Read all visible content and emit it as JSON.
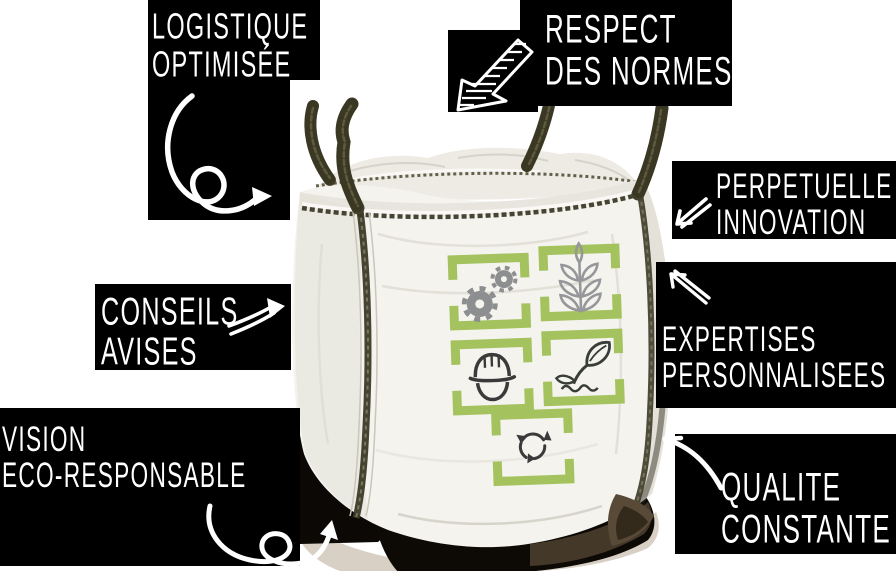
{
  "figure": {
    "type": "marketing-infographic",
    "subject": "white FIBC big bag with four lifting loops and printed service icons"
  },
  "labels": [
    {
      "id": "logistique-optimisee",
      "line1": "LOGISTIQUE",
      "line2": "OPTIMISÉE",
      "arrow": "loop-arrow-pointing-right"
    },
    {
      "id": "respect-des-normes",
      "line1": "RESPECT",
      "line2": "DES NORMES",
      "arrow": "hatched-arrow-pointing-down-left"
    },
    {
      "id": "perpetuelle-innovation",
      "line1": "PERPETUELLE",
      "line2": "INNOVATION",
      "arrow": "sketch-arrow-pointing-down-left"
    },
    {
      "id": "expertises-personnalisees",
      "line1": "EXPERTISES",
      "line2": "PERSONNALISEES",
      "arrow": "sketch-arrow-pointing-up-left"
    },
    {
      "id": "conseils-avises",
      "line1": "CONSEILS",
      "line2": "AVISES",
      "arrow": "sketch-arrow-pointing-up-right"
    },
    {
      "id": "vision-eco-responsable",
      "line1": "VISION",
      "line2": "ECO-RESPONSABLE",
      "arrow": "loop-arrow-pointing-up-right"
    },
    {
      "id": "qualite-constante",
      "line1": "QUALITE",
      "line2": "CONSTANTE",
      "arrow": "curved-arrow-pointing-up-left"
    }
  ],
  "bag_icons": [
    "gears-icon",
    "plant-icon",
    "hard-hat-icon",
    "seedling-icon",
    "recycle-icon"
  ],
  "colors": {
    "label_background": "#000000",
    "label_text": "#ffffff",
    "frame_green": "#a4c35f",
    "icon_gray": "#8d8e90",
    "icon_dark": "#3a3a3a",
    "strap_olive": "#45422c",
    "fabric_white": "#f4f3ee",
    "shadow_dark": "#0d0a06",
    "shadow_tan": "#d8d0c4"
  }
}
